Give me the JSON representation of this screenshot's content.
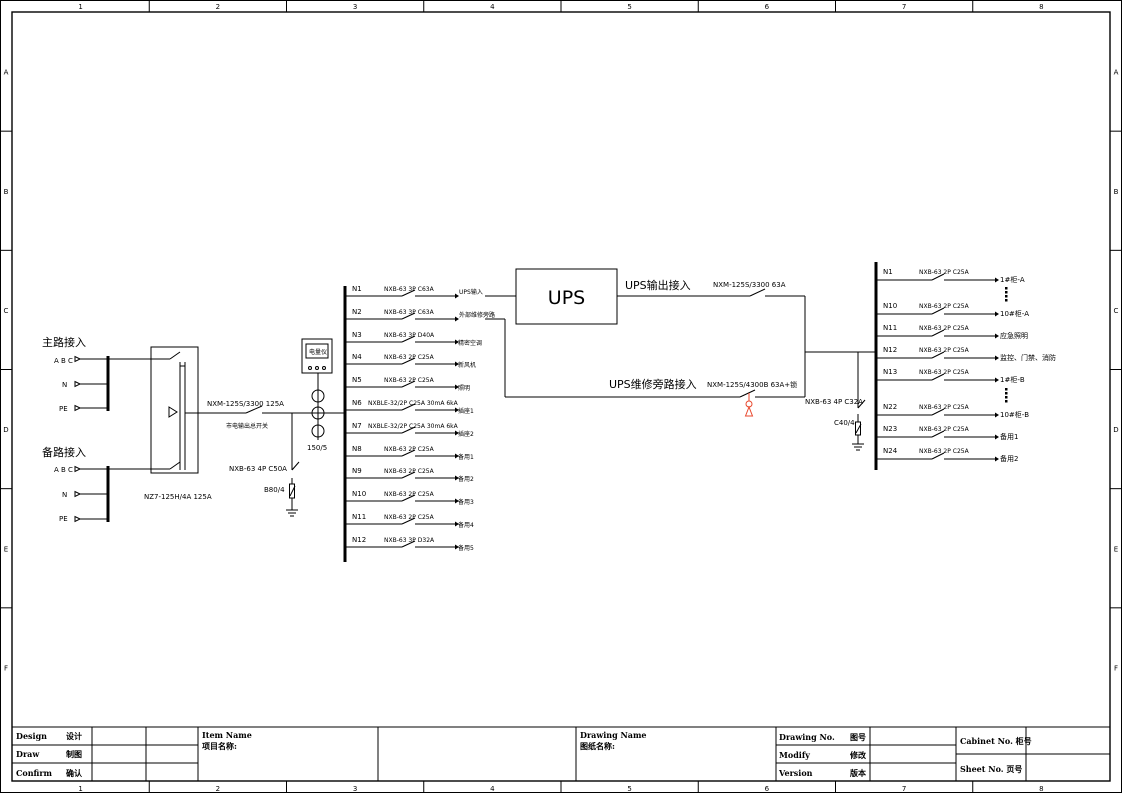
{
  "frame": {
    "columns": [
      "1",
      "2",
      "3",
      "4",
      "5",
      "6",
      "7",
      "8"
    ],
    "rows": [
      "A",
      "B",
      "C",
      "D",
      "E",
      "F"
    ]
  },
  "inputs": {
    "main_label": "主路接入",
    "backup_label": "备路接入",
    "phase_abc": "A B C",
    "n": "N",
    "pe": "PE",
    "ats_model": "NZ7-125H/4A 125A"
  },
  "incoming": {
    "breaker_model": "NXM-125S/3300 125A",
    "breaker_desc": "市电输出总开关",
    "spd_breaker": "NXB-63 4P C50A",
    "spd_model": "B80/4",
    "meter_label": "电量仪",
    "ct_label": "150/5"
  },
  "left_circuits": [
    {
      "id": "N1",
      "breaker": "NXB-63 3P C63A",
      "load": "UPS输入"
    },
    {
      "id": "N2",
      "breaker": "NXB-63 3P C63A",
      "load": "外部维修旁路"
    },
    {
      "id": "N3",
      "breaker": "NXB-63 3P D40A",
      "load": "精密空调"
    },
    {
      "id": "N4",
      "breaker": "NXB-63 2P C25A",
      "load": "新风机"
    },
    {
      "id": "N5",
      "breaker": "NXB-63 2P C25A",
      "load": "照明"
    },
    {
      "id": "N6",
      "breaker": "NXBLE-32/2P C25A 30mA 6kA",
      "load": "插座1"
    },
    {
      "id": "N7",
      "breaker": "NXBLE-32/2P C25A 30mA 6kA",
      "load": "插座2"
    },
    {
      "id": "N8",
      "breaker": "NXB-63 2P C25A",
      "load": "备用1"
    },
    {
      "id": "N9",
      "breaker": "NXB-63 2P C25A",
      "load": "备用2"
    },
    {
      "id": "N10",
      "breaker": "NXB-63 2P C25A",
      "load": "备用3"
    },
    {
      "id": "N11",
      "breaker": "NXB-63 2P C25A",
      "load": "备用4"
    },
    {
      "id": "N12",
      "breaker": "NXB-63 3P D32A",
      "load": "备用5"
    }
  ],
  "ups": {
    "box_label": "UPS",
    "output_label": "UPS输出接入",
    "output_breaker": "NXM-125S/3300 63A",
    "bypass_label": "UPS维修旁路接入",
    "bypass_breaker": "NXM-125S/4300B 63A+锁",
    "spd_breaker": "NXB-63 4P C32A",
    "spd_model": "C40/4"
  },
  "right_circuits": [
    {
      "id": "N1",
      "breaker": "NXB-63 2P C25A",
      "load": "1#柜-A"
    },
    {
      "id": "N10",
      "breaker": "NXB-63 2P C25A",
      "load": "10#柜-A"
    },
    {
      "id": "N11",
      "breaker": "NXB-63 2P C25A",
      "load": "应急照明"
    },
    {
      "id": "N12",
      "breaker": "NXB-63 2P C25A",
      "load": "监控、门禁、消防"
    },
    {
      "id": "N13",
      "breaker": "NXB-63 2P C25A",
      "load": "1#柜-B"
    },
    {
      "id": "N22",
      "breaker": "NXB-63 2P C25A",
      "load": "10#柜-B"
    },
    {
      "id": "N23",
      "breaker": "NXB-63 2P C25A",
      "load": "备用1"
    },
    {
      "id": "N24",
      "breaker": "NXB-63 2P C25A",
      "load": "备用2"
    }
  ],
  "title_block": {
    "design_en": "Design",
    "design_cn": "设计",
    "draw_en": "Draw",
    "draw_cn": "制图",
    "confirm_en": "Confirm",
    "confirm_cn": "确认",
    "item_name_en": "Item Name",
    "item_name_cn": "项目名称:",
    "drawing_name_en": "Drawing Name",
    "drawing_name_cn": "图纸名称:",
    "drawing_no_en": "Drawing No.",
    "drawing_no_cn": "图号",
    "modify_en": "Modify",
    "modify_cn": "修改",
    "version_en": "Version",
    "version_cn": "版本",
    "cabinet_no": "Cabinet No. 柜号",
    "sheet_no": "Sheet No.  页号"
  }
}
